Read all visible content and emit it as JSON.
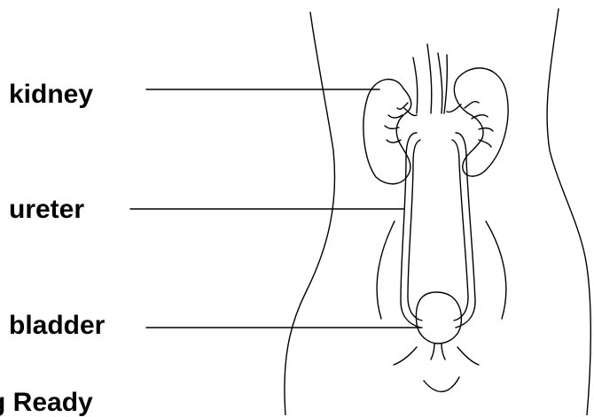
{
  "labels": {
    "kidney": "kidney",
    "ureter": "ureter",
    "bladder": "bladder"
  },
  "footer_text": "g Ready"
}
